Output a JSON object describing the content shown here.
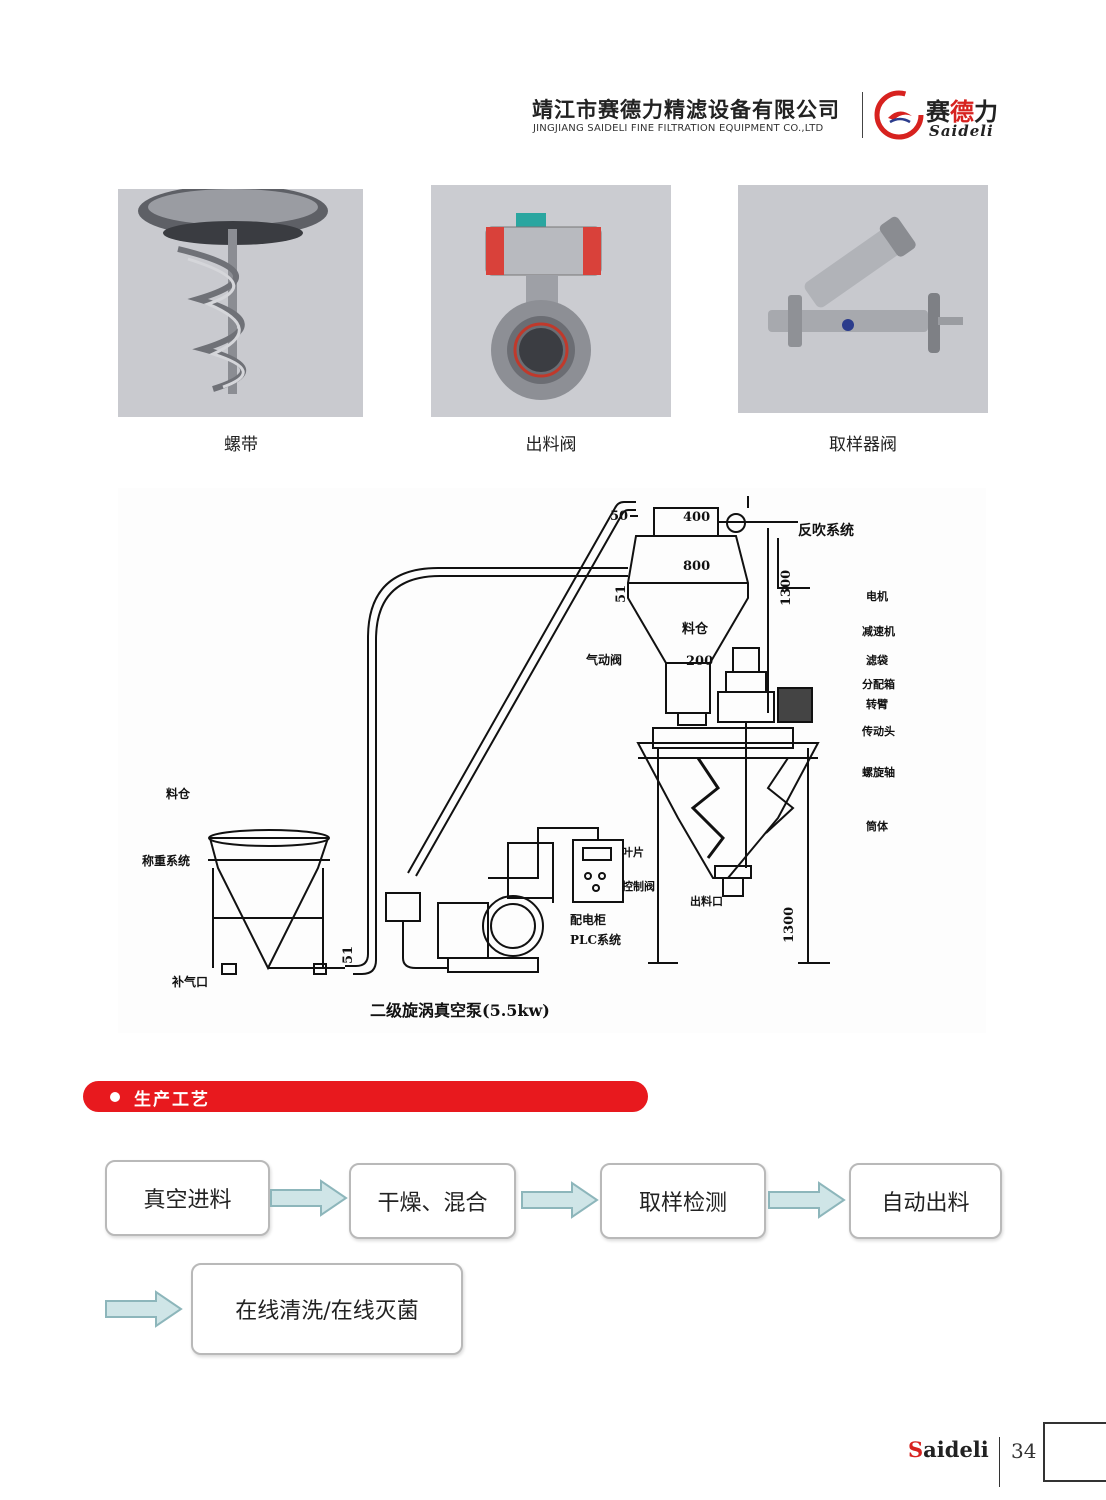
{
  "header": {
    "company_cn": "靖江市赛德力精滤设备有限公司",
    "company_en": "JINGJIANG SAIDELI FINE FILTRATION EQUIPMENT CO.,LTD",
    "logo_cn_a": "赛",
    "logo_cn_b": "德",
    "logo_cn_c": "力",
    "logo_en": "Saideli"
  },
  "photos": [
    {
      "caption": "螺带",
      "icon": "ribbon-spiral-agitator"
    },
    {
      "caption": "出料阀",
      "icon": "pneumatic-ball-valve"
    },
    {
      "caption": "取样器阀",
      "icon": "sampler-valve"
    }
  ],
  "diagram": {
    "dim_400": "400",
    "dim_50": "50",
    "dim_800": "800",
    "dim_51_top": "51",
    "dim_1300_top": "1300",
    "dim_200": "200",
    "dim_51_bottom": "51",
    "dim_1300_bottom": "1300",
    "label_backflush": "反吹系统",
    "label_motor": "电机",
    "label_reducer": "减速机",
    "label_filter": "滤袋",
    "label_distributor": "分配箱",
    "label_rotor_arm": "转臂",
    "label_drive_head": "传动头",
    "label_screw_shaft": "螺旋轴",
    "label_vessel": "筒体",
    "label_hopper_top": "料仓",
    "label_pneumatic_valve": "气动阀",
    "label_blade": "叶片",
    "label_control_valve": "控制阀",
    "label_outlet": "出料口",
    "label_cabinet": "配电柜",
    "label_plc": "PLC系统",
    "label_hopper_left": "料仓",
    "label_weighing": "称重系统",
    "label_air_inlet": "补气口",
    "label_pump": "二级旋涡真空泵(5.5kw)"
  },
  "section": {
    "title": "生产工艺"
  },
  "process": {
    "steps": [
      "真空进料",
      "干燥、混合",
      "取样检测",
      "自动出料",
      "在线清洗/在线灭菌"
    ]
  },
  "footer": {
    "brand_a": "S",
    "brand_b": "aideli",
    "page": "34"
  },
  "colors": {
    "accent_red": "#e8191e",
    "arrow_fill": "#cfe5e7",
    "arrow_stroke": "#8db6bb"
  }
}
